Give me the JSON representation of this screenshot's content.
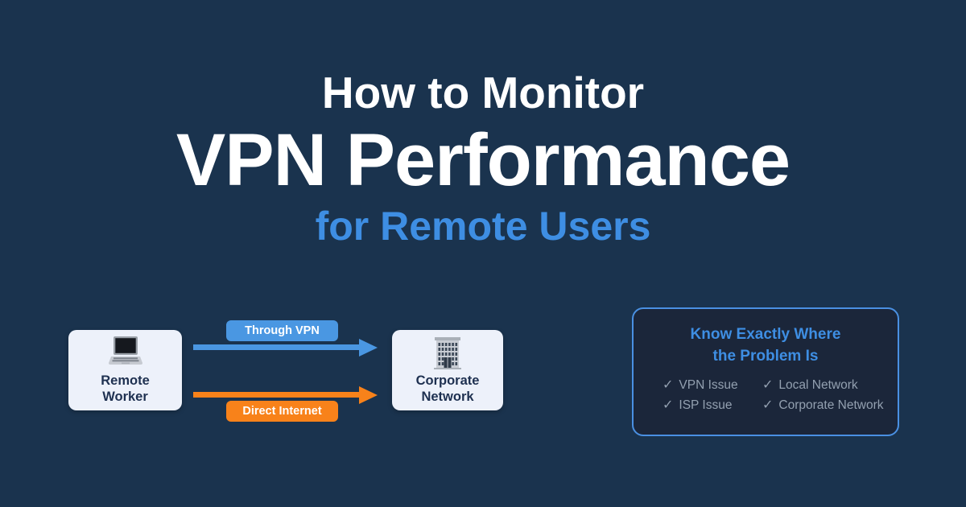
{
  "colors": {
    "background": "#1A334E",
    "title_white": "#FFFFFF",
    "accent_blue": "#3E8EE3",
    "arrow_blue": "#4A97E2",
    "arrow_orange": "#F8821A",
    "node_bg": "#EDF1FA",
    "node_text": "#1E3050",
    "panel_bg": "#1B263A",
    "panel_border": "#4A90E2",
    "checklist_text": "#93A0B0"
  },
  "header": {
    "line1": "How to Monitor",
    "line2": "VPN Performance",
    "line3": "for Remote Users"
  },
  "diagram": {
    "source": {
      "label": "Remote Worker",
      "icon": "laptop-icon"
    },
    "target": {
      "label": "Corporate Network",
      "icon": "office-building-icon"
    },
    "paths": [
      {
        "label": "Through VPN",
        "color": "#4A97E2"
      },
      {
        "label": "Direct Internet",
        "color": "#F8821A"
      }
    ]
  },
  "panel": {
    "title_line1": "Know Exactly Where",
    "title_line2": "the Problem Is",
    "items": [
      {
        "check": "✓",
        "label": "VPN Issue"
      },
      {
        "check": "✓",
        "label": "Local Network"
      },
      {
        "check": "✓",
        "label": "ISP Issue"
      },
      {
        "check": "✓",
        "label": "Corporate Network"
      }
    ]
  }
}
